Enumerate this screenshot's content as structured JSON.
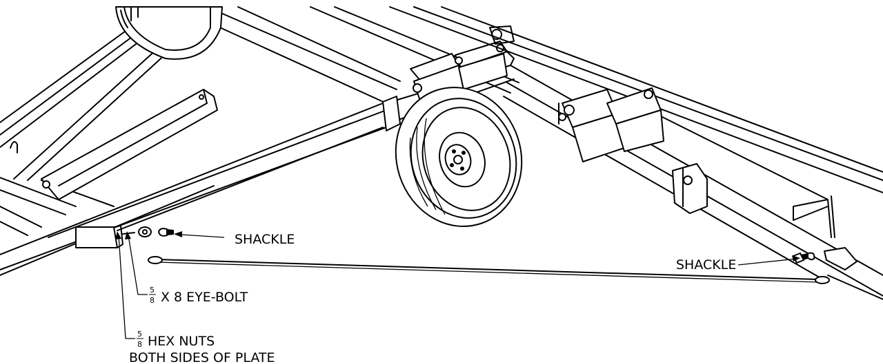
{
  "labels": {
    "shackle_left": "SHACKLE",
    "shackle_right": "SHACKLE",
    "eye_bolt": {
      "numerator": "5",
      "denominator": "8",
      "text": "X 8 EYE-BOLT"
    },
    "hex_nuts": {
      "numerator": "5",
      "denominator": "8",
      "text": "HEX NUTS",
      "line2": "BOTH SIDES OF PLATE"
    }
  }
}
